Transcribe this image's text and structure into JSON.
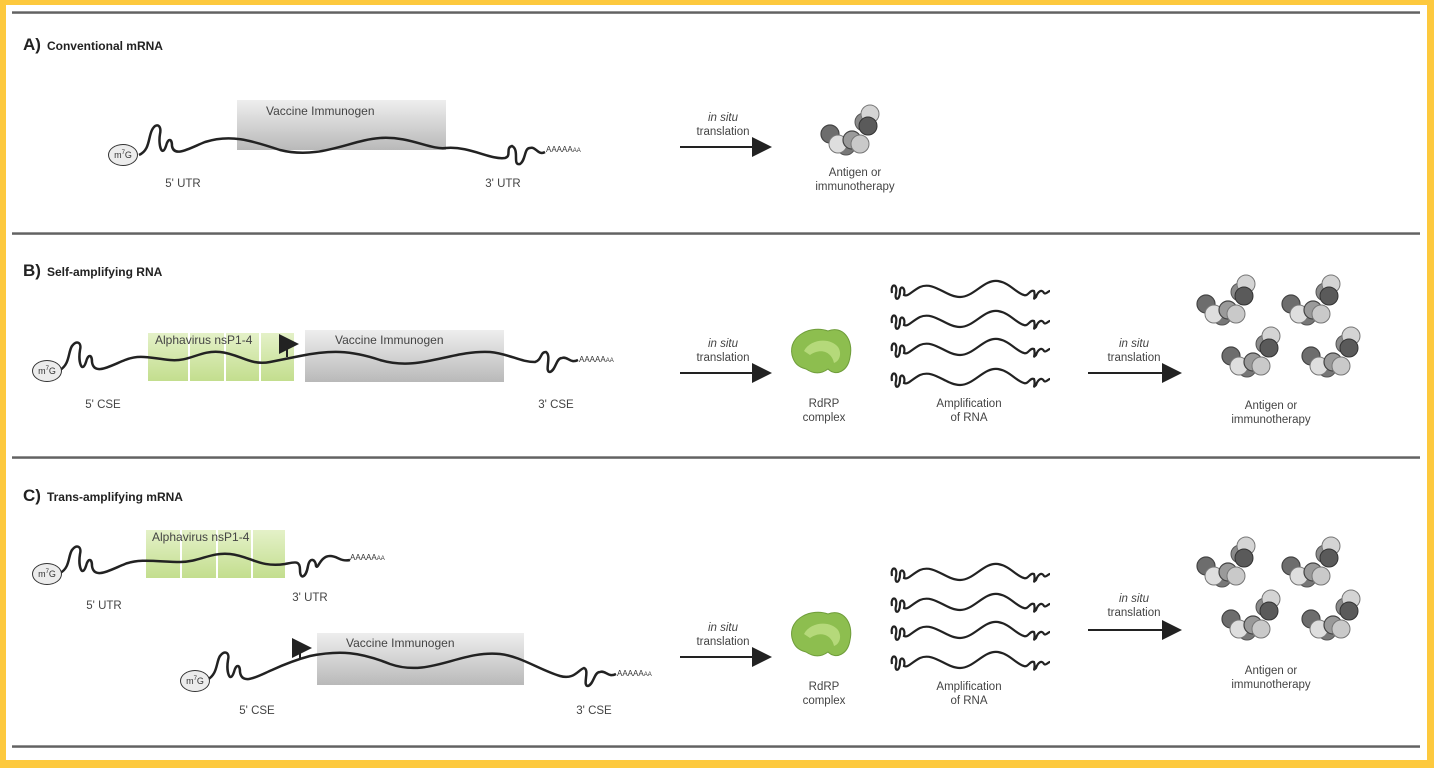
{
  "colors": {
    "frame": "#fdc93e",
    "divider": "#555555",
    "nsp_green": "#cfe6a4",
    "immunogen_gray": "#c8c8c8",
    "rdrp_green": "#8dbe4f"
  },
  "panels": [
    {
      "letter": "A)",
      "title": "Conventional mRNA",
      "constructs": [
        {
          "cap": "m7G",
          "five_prime": "5' UTR",
          "boxes": [
            "Vaccine Immunogen"
          ],
          "three_prime": "3' UTR",
          "poly_a": "AAAAAA"
        }
      ],
      "steps": [
        {
          "arrow_top": "in situ",
          "arrow_bottom": "translation"
        },
        {
          "result": "Antigen or",
          "result2": "immunotherapy"
        }
      ]
    },
    {
      "letter": "B)",
      "title": "Self-amplifying RNA",
      "constructs": [
        {
          "cap": "m7G",
          "five_prime": "5' CSE",
          "boxes": [
            "Alphavirus nsP1-4",
            "Vaccine Immunogen"
          ],
          "three_prime": "3' CSE",
          "poly_a": "AAAAAA"
        }
      ],
      "steps": [
        {
          "arrow_top": "in situ",
          "arrow_bottom": "translation"
        },
        {
          "result": "RdRP",
          "result2": "complex"
        },
        {
          "result": "Amplification",
          "result2": "of RNA"
        },
        {
          "arrow_top": "in situ",
          "arrow_bottom": "translation"
        },
        {
          "result": "Antigen or",
          "result2": "immunotherapy"
        }
      ]
    },
    {
      "letter": "C)",
      "title": "Trans-amplifying mRNA",
      "constructs": [
        {
          "cap": "m7G",
          "five_prime": "5' UTR",
          "boxes": [
            "Alphavirus nsP1-4"
          ],
          "three_prime": "3' UTR",
          "poly_a": "AAAAAA"
        },
        {
          "cap": "m7G",
          "five_prime": "5' CSE",
          "boxes": [
            "Vaccine Immunogen"
          ],
          "three_prime": "3' CSE",
          "poly_a": "AAAAAA"
        }
      ],
      "steps": [
        {
          "arrow_top": "in situ",
          "arrow_bottom": "translation"
        },
        {
          "result": "RdRP",
          "result2": "complex"
        },
        {
          "result": "Amplification",
          "result2": "of RNA"
        },
        {
          "arrow_top": "in situ",
          "arrow_bottom": "translation"
        },
        {
          "result": "Antigen or",
          "result2": "immunotherapy"
        }
      ]
    }
  ]
}
